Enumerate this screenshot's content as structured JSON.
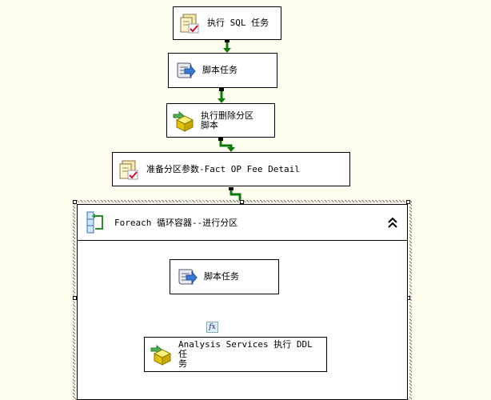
{
  "tasks": {
    "sql_task": {
      "label": "执行 SQL 任务",
      "icon": "sql-task-icon"
    },
    "script_task_1": {
      "label": "脚本任务",
      "icon": "script-scroll-icon"
    },
    "delete_partition": {
      "label": "执行删除分区\n脚本",
      "icon": "analysis-cube-icon"
    },
    "prepare_params": {
      "label": "准备分区参数-Fact OP Fee Detail",
      "icon": "sql-task-icon"
    },
    "script_task_2": {
      "label": "脚本任务",
      "icon": "script-scroll-icon"
    },
    "analysis_ddl": {
      "label": "Analysis Services 执行 DDL 任\n务",
      "icon": "analysis-cube-icon"
    }
  },
  "container": {
    "label": "Foreach 循环容器--进行分区",
    "icon": "foreach-loop-icon",
    "collapse_icon": "double-chevron-up-icon"
  },
  "expression_badge": "fx",
  "colors": {
    "background": "#FFFDEE",
    "precedence_success": "#0A7A0A",
    "task_border": "#000000"
  }
}
